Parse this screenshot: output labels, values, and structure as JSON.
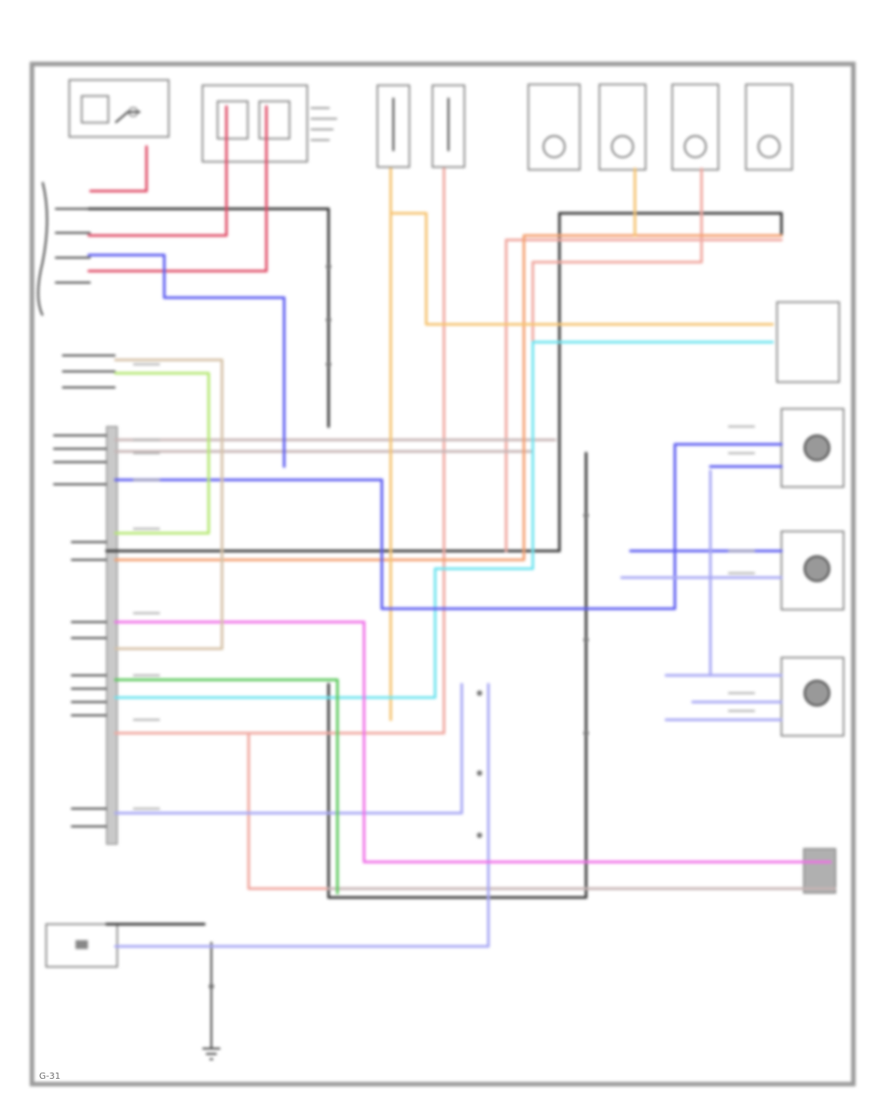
{
  "diagram": {
    "page_marker": "G-31",
    "wire_colors": {
      "black": "#3a3a3a",
      "red": "#e0506a",
      "orange": "#f4a070",
      "yellow": "#f6c472",
      "cyan": "#6ee3ef",
      "blue": "#5d5df0",
      "light_blue": "#a8a8f4",
      "pink": "#f070e8",
      "green": "#5cc85c",
      "light_green": "#b6e874",
      "gray": "#c6b4b4",
      "salmon": "#f0a8a0"
    },
    "components": [
      {
        "id": "ignition-switch",
        "icon": "switch-icon"
      },
      {
        "id": "fuse-relay-block",
        "icon": "fuse-icon"
      },
      {
        "id": "fuse-top-1",
        "icon": "fuse-icon"
      },
      {
        "id": "fuse-top-2",
        "icon": "fuse-icon"
      },
      {
        "id": "relay-top-1",
        "icon": "relay-icon"
      },
      {
        "id": "relay-top-2",
        "icon": "relay-icon"
      },
      {
        "id": "relay-top-3",
        "icon": "relay-icon"
      },
      {
        "id": "relay-top-4",
        "icon": "relay-icon"
      },
      {
        "id": "speaker-1",
        "icon": "speaker-icon"
      },
      {
        "id": "speaker-2",
        "icon": "speaker-icon"
      },
      {
        "id": "speaker-3",
        "icon": "speaker-icon"
      },
      {
        "id": "amplifier-unit",
        "icon": "amplifier-icon"
      },
      {
        "id": "ground-point",
        "icon": "ground-icon"
      }
    ]
  }
}
